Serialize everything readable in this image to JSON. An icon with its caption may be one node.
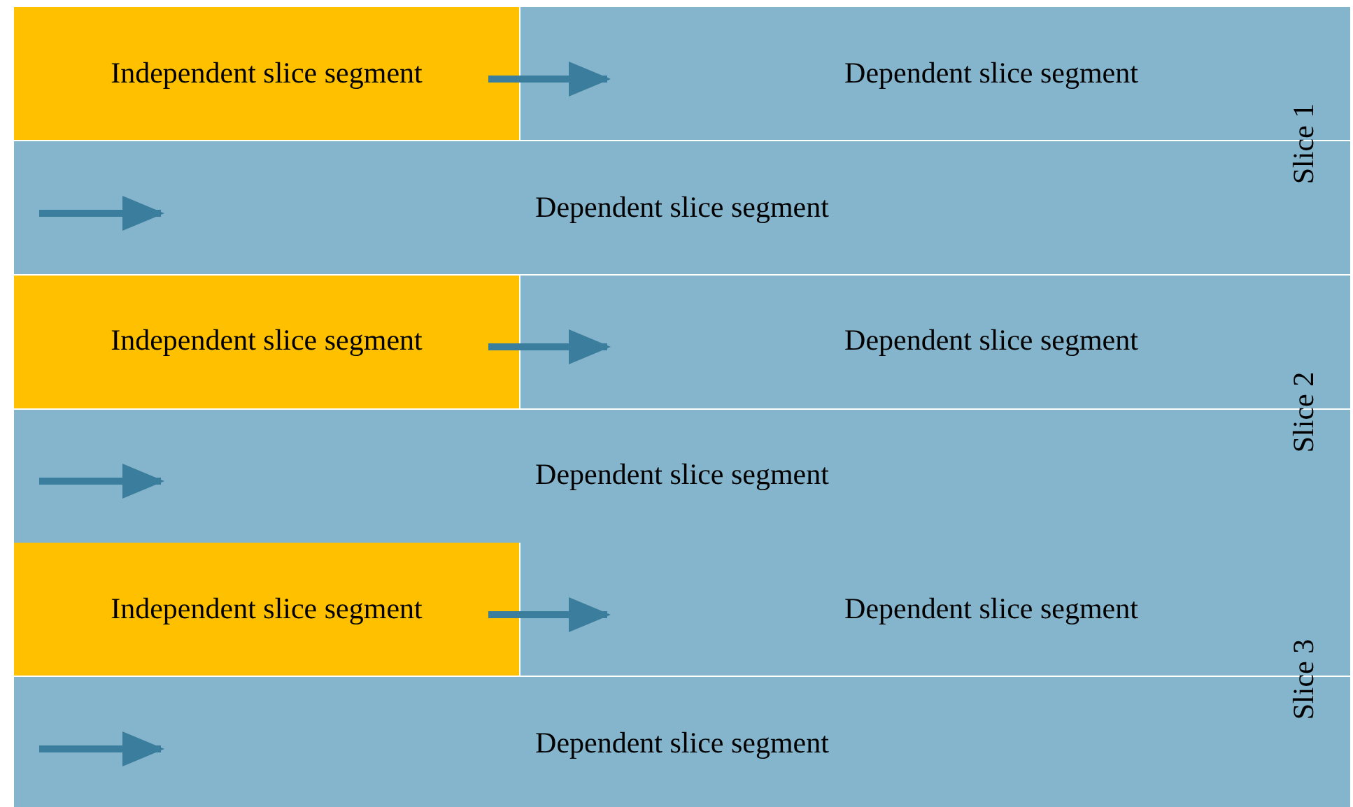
{
  "diagram": {
    "nodes": [
      {
        "text": [
          "Independent slice segment"
        ]
      },
      {
        "text": [
          "Dependent slice segment"
        ]
      },
      {
        "text": [
          "Dependent slice segment"
        ]
      },
      {
        "text": [
          "Independent slice segment"
        ]
      },
      {
        "text": [
          "Dependent slice segment"
        ]
      },
      {
        "text": [
          "Dependent slice segment"
        ]
      },
      {
        "text": [
          "Independent slice segment"
        ]
      },
      {
        "text": [
          "Dependent slice segment"
        ]
      },
      {
        "text": [
          "Dependent slice segment"
        ]
      }
    ],
    "edges": [
      {
        "from": 0,
        "to": 1,
        "arrow": "to"
      },
      {
        "from": null,
        "to": 2,
        "arrow": "to"
      },
      {
        "from": 3,
        "to": 4,
        "arrow": "to"
      },
      {
        "from": null,
        "to": 5,
        "arrow": "to"
      },
      {
        "from": 6,
        "to": 7,
        "arrow": "to"
      },
      {
        "from": null,
        "to": 8,
        "arrow": "to"
      }
    ],
    "labels": [
      "Slice 1",
      "Slice 2",
      "Slice 3"
    ]
  }
}
